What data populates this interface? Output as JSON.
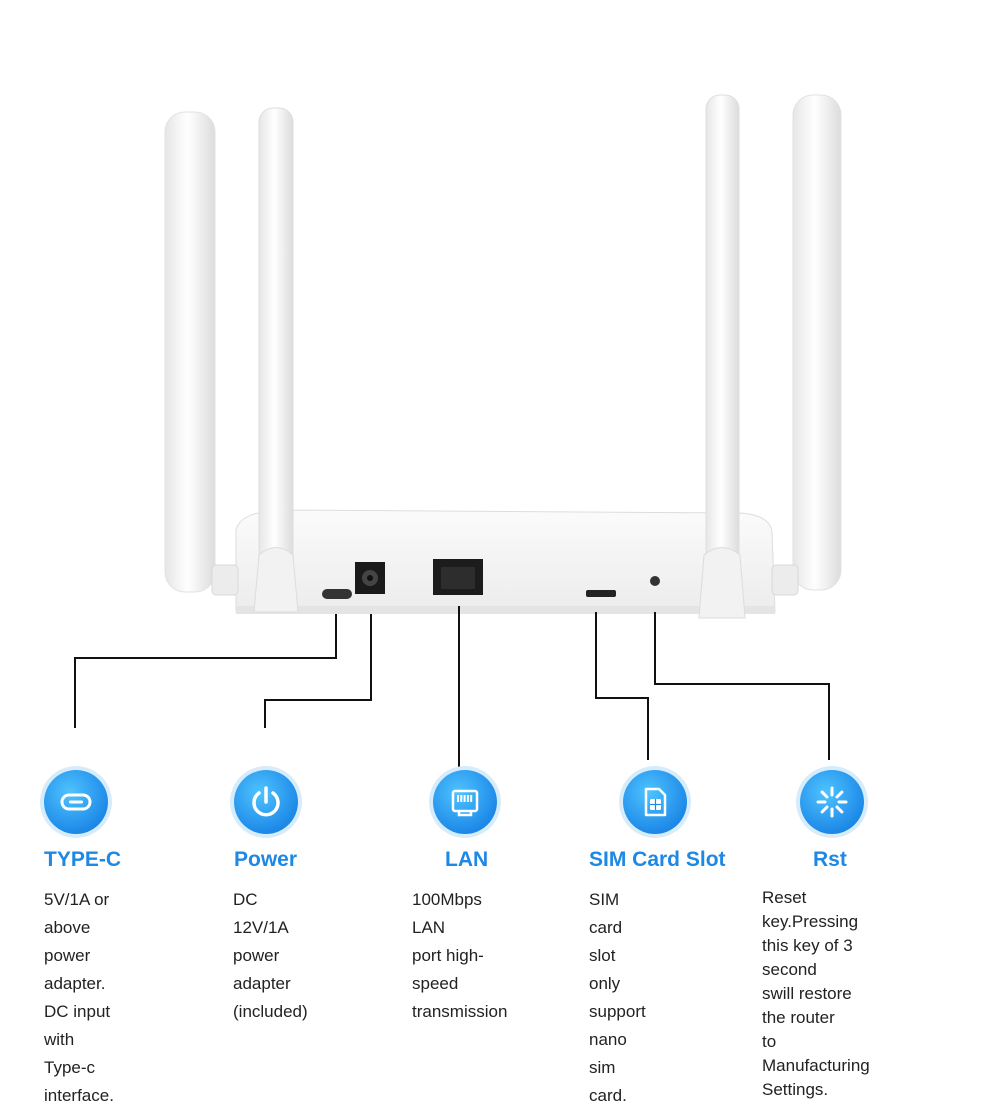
{
  "features": [
    {
      "id": "typec",
      "title": "TYPE-C",
      "icon": "usb-c-icon",
      "description": "5V/1A or above\npower adapter.\nDC input with\nType-c interface."
    },
    {
      "id": "power",
      "title": "Power",
      "icon": "power-icon",
      "description": "DC 12V/1A\npower\nadapter (included)"
    },
    {
      "id": "lan",
      "title": "LAN",
      "icon": "ethernet-port-icon",
      "description": "100Mbps LAN\nport high-speed\ntransmission"
    },
    {
      "id": "sim",
      "title": "SIM Card Slot",
      "icon": "sim-card-icon",
      "description": "SIM card slot only\nsupport nano\nsim card."
    },
    {
      "id": "rst",
      "title": "Rst",
      "icon": "reset-icon",
      "description": "Reset key.Pressing\nthis key of 3 second\nswill restore the router\nto Manufacturing Settings."
    }
  ],
  "colors": {
    "accent": "#1e88e5",
    "text": "#222222",
    "device": "#f4f4f4",
    "leader_line": "#111111"
  }
}
